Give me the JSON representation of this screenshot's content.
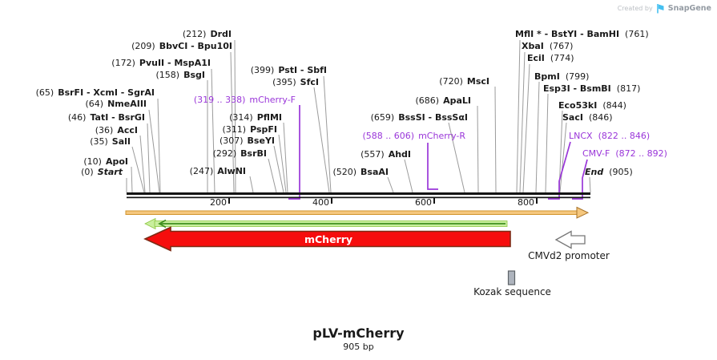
{
  "header": {
    "created_by": "Created by",
    "brand": "SnapGene"
  },
  "title": {
    "name": "pLV-mCherry",
    "length": "905 bp"
  },
  "ruler": {
    "ticks": [
      "200",
      "400",
      "600",
      "800"
    ],
    "start_bp": "0",
    "end_bp": "905"
  },
  "sites": {
    "drdi": {
      "pre": "(212)",
      "name": "DrdI"
    },
    "bbvci": {
      "pre": "(209)",
      "name": "BbvCI - Bpu10I"
    },
    "pvuii": {
      "pre": "(172)",
      "name": "PvuII - MspA1I"
    },
    "bsgi": {
      "pre": "(158)",
      "name": "BsgI"
    },
    "psti": {
      "pre": "(399)",
      "name": "PstI - SbfI"
    },
    "sfci": {
      "pre": "(395)",
      "name": "SfcI"
    },
    "bsrfi": {
      "pre": "(65)",
      "name": "BsrFI - XcmI - SgrAI"
    },
    "nmeaiii": {
      "pre": "(64)",
      "name": "NmeAIII"
    },
    "tati": {
      "pre": "(46)",
      "name": "TatI - BsrGI"
    },
    "acci": {
      "pre": "(36)",
      "name": "AccI"
    },
    "sali": {
      "pre": "(35)",
      "name": "SalI"
    },
    "apoi": {
      "pre": "(10)",
      "name": "ApoI"
    },
    "start": {
      "pre": "(0)",
      "name": "Start"
    },
    "alwni": {
      "pre": "(247)",
      "name": "AlwNI"
    },
    "bsrbi": {
      "pre": "(292)",
      "name": "BsrBI"
    },
    "bseyi": {
      "pre": "(307)",
      "name": "BseYI"
    },
    "pspfi": {
      "pre": "(311)",
      "name": "PspFI"
    },
    "pflmi": {
      "pre": "(314)",
      "name": "PflMI"
    },
    "bsaai": {
      "pre": "(520)",
      "name": "BsaAI"
    },
    "ahdi": {
      "pre": "(557)",
      "name": "AhdI"
    },
    "bsssi": {
      "pre": "(659)",
      "name": "BssSI - BssSαI"
    },
    "apali": {
      "pre": "(686)",
      "name": "ApaLI"
    },
    "msci": {
      "pre": "(720)",
      "name": "MscI"
    },
    "mfli": {
      "name": "MflI * - BstYI - BamHI",
      "post": "(761)"
    },
    "xbai": {
      "name": "XbaI",
      "post": "(767)"
    },
    "ecii": {
      "name": "EciI",
      "post": "(774)"
    },
    "bpmi": {
      "name": "BpmI",
      "post": "(799)"
    },
    "esp3i": {
      "name": "Esp3I - BsmBI",
      "post": "(817)"
    },
    "eco53ki": {
      "name": "Eco53kI",
      "post": "(844)"
    },
    "saci": {
      "name": "SacI",
      "post": "(846)"
    },
    "end": {
      "name": "End",
      "post": "(905)"
    }
  },
  "primers": {
    "mcherry_f": {
      "pre": "(319 .. 338)",
      "name": "mCherry-F"
    },
    "mcherry_r": {
      "pre": "(588 .. 606)",
      "name": "mCherry-R"
    },
    "lncx": {
      "name": "LNCX",
      "post": "(822 .. 846)"
    },
    "cmv_f": {
      "name": "CMV-F",
      "post": "(872 .. 892)"
    }
  },
  "features": {
    "mcherry": {
      "label": "mCherry"
    },
    "cmvd2": {
      "label": "CMVd2 promoter"
    },
    "kozak": {
      "label": "Kozak sequence"
    }
  },
  "colors": {
    "primer_purple": "#9a36d9",
    "leader_gray": "#9b9b9b",
    "ruler_black": "#141414",
    "orange_arrow": "#f5c77e",
    "orange_border": "#d2952e",
    "green_light": "#c9ef9e",
    "green_dark": "#3f8f1f",
    "mcherry_red": "#f60d0d",
    "mcherry_border": "#7d2b15",
    "kozak_gray": "#aeb4bd",
    "brand_blue": "#45c0f0"
  }
}
